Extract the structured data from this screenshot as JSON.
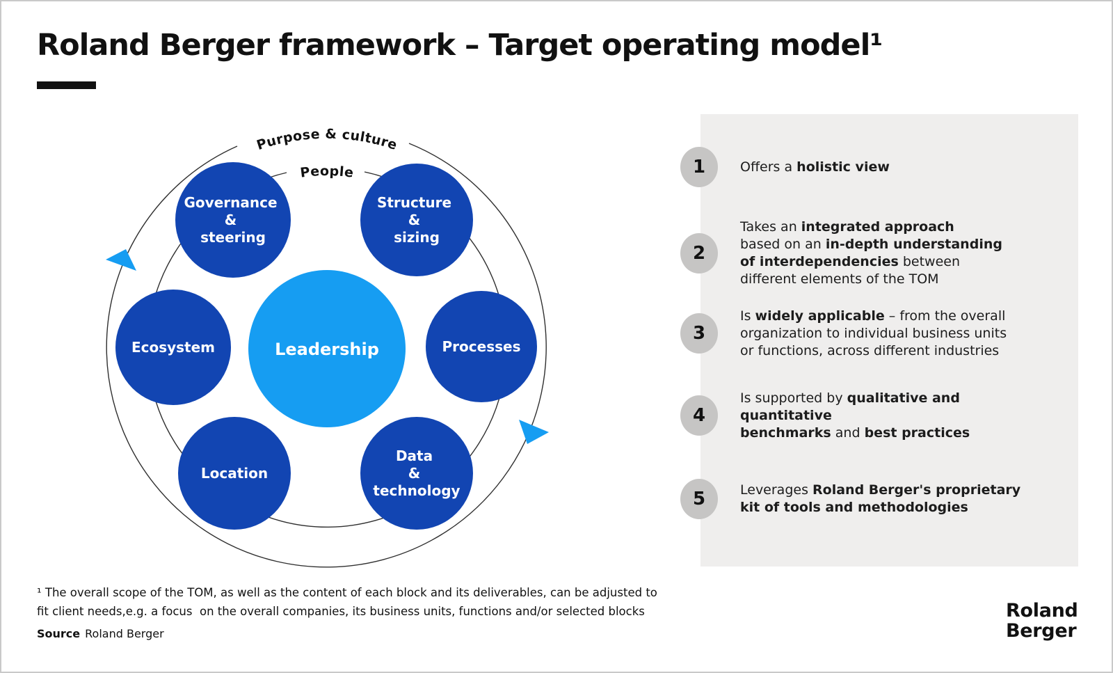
{
  "header": {
    "title": "Roland Berger framework – Target operating model¹"
  },
  "colors": {
    "dark_blue": "#1245b2",
    "light_blue": "#169df2",
    "panel_bg": "#efeeed",
    "number_circle_bg": "#c6c5c4",
    "ring_line": "#2f2f2f",
    "text": "#1a1a1a"
  },
  "diagram": {
    "outer_ring_label": "Purpose & culture",
    "inner_ring_label": "People",
    "center_label": "Leadership",
    "satellites": [
      {
        "id": "governance-steering",
        "lines": [
          "Governance",
          "&",
          "steering"
        ]
      },
      {
        "id": "structure-sizing",
        "lines": [
          "Structure",
          "&",
          "sizing"
        ]
      },
      {
        "id": "ecosystem",
        "lines": [
          "Ecosystem"
        ]
      },
      {
        "id": "processes",
        "lines": [
          "Processes"
        ]
      },
      {
        "id": "location",
        "lines": [
          "Location"
        ]
      },
      {
        "id": "data-technology",
        "lines": [
          "Data",
          "&",
          "technology"
        ]
      }
    ]
  },
  "panel": {
    "items": [
      {
        "number": "1",
        "segments": [
          {
            "text": "Offers a ",
            "bold": false
          },
          {
            "text": "holistic view",
            "bold": true
          }
        ]
      },
      {
        "number": "2",
        "segments": [
          {
            "text": "Takes an ",
            "bold": false
          },
          {
            "text": "integrated approach",
            "bold": true
          },
          {
            "text": "\nbased on an ",
            "bold": false
          },
          {
            "text": "in-depth understanding\nof interdependencies",
            "bold": true
          },
          {
            "text": " between\ndifferent elements of the TOM",
            "bold": false
          }
        ]
      },
      {
        "number": "3",
        "segments": [
          {
            "text": "Is ",
            "bold": false
          },
          {
            "text": "widely applicable",
            "bold": true
          },
          {
            "text": " – from the overall\norganization to individual business units\nor functions, across different industries",
            "bold": false
          }
        ]
      },
      {
        "number": "4",
        "segments": [
          {
            "text": "Is supported by ",
            "bold": false
          },
          {
            "text": "qualitative and quantitative\nbenchmarks",
            "bold": true
          },
          {
            "text": " and ",
            "bold": false
          },
          {
            "text": "best practices",
            "bold": true
          }
        ]
      },
      {
        "number": "5",
        "segments": [
          {
            "text": "Leverages ",
            "bold": false
          },
          {
            "text": "Roland Berger's proprietary\nkit of tools and methodologies",
            "bold": true
          }
        ]
      }
    ]
  },
  "footnote": {
    "text": "¹ The overall scope of the TOM, as well as the content of each block and its deliverables, can be adjusted to\nfit client needs,e.g. a focus  on the overall companies, its business units, functions and/or selected blocks"
  },
  "source": {
    "label": "Source",
    "value": "Roland Berger"
  },
  "logo": {
    "line1": "Roland",
    "line2": "Berger"
  }
}
